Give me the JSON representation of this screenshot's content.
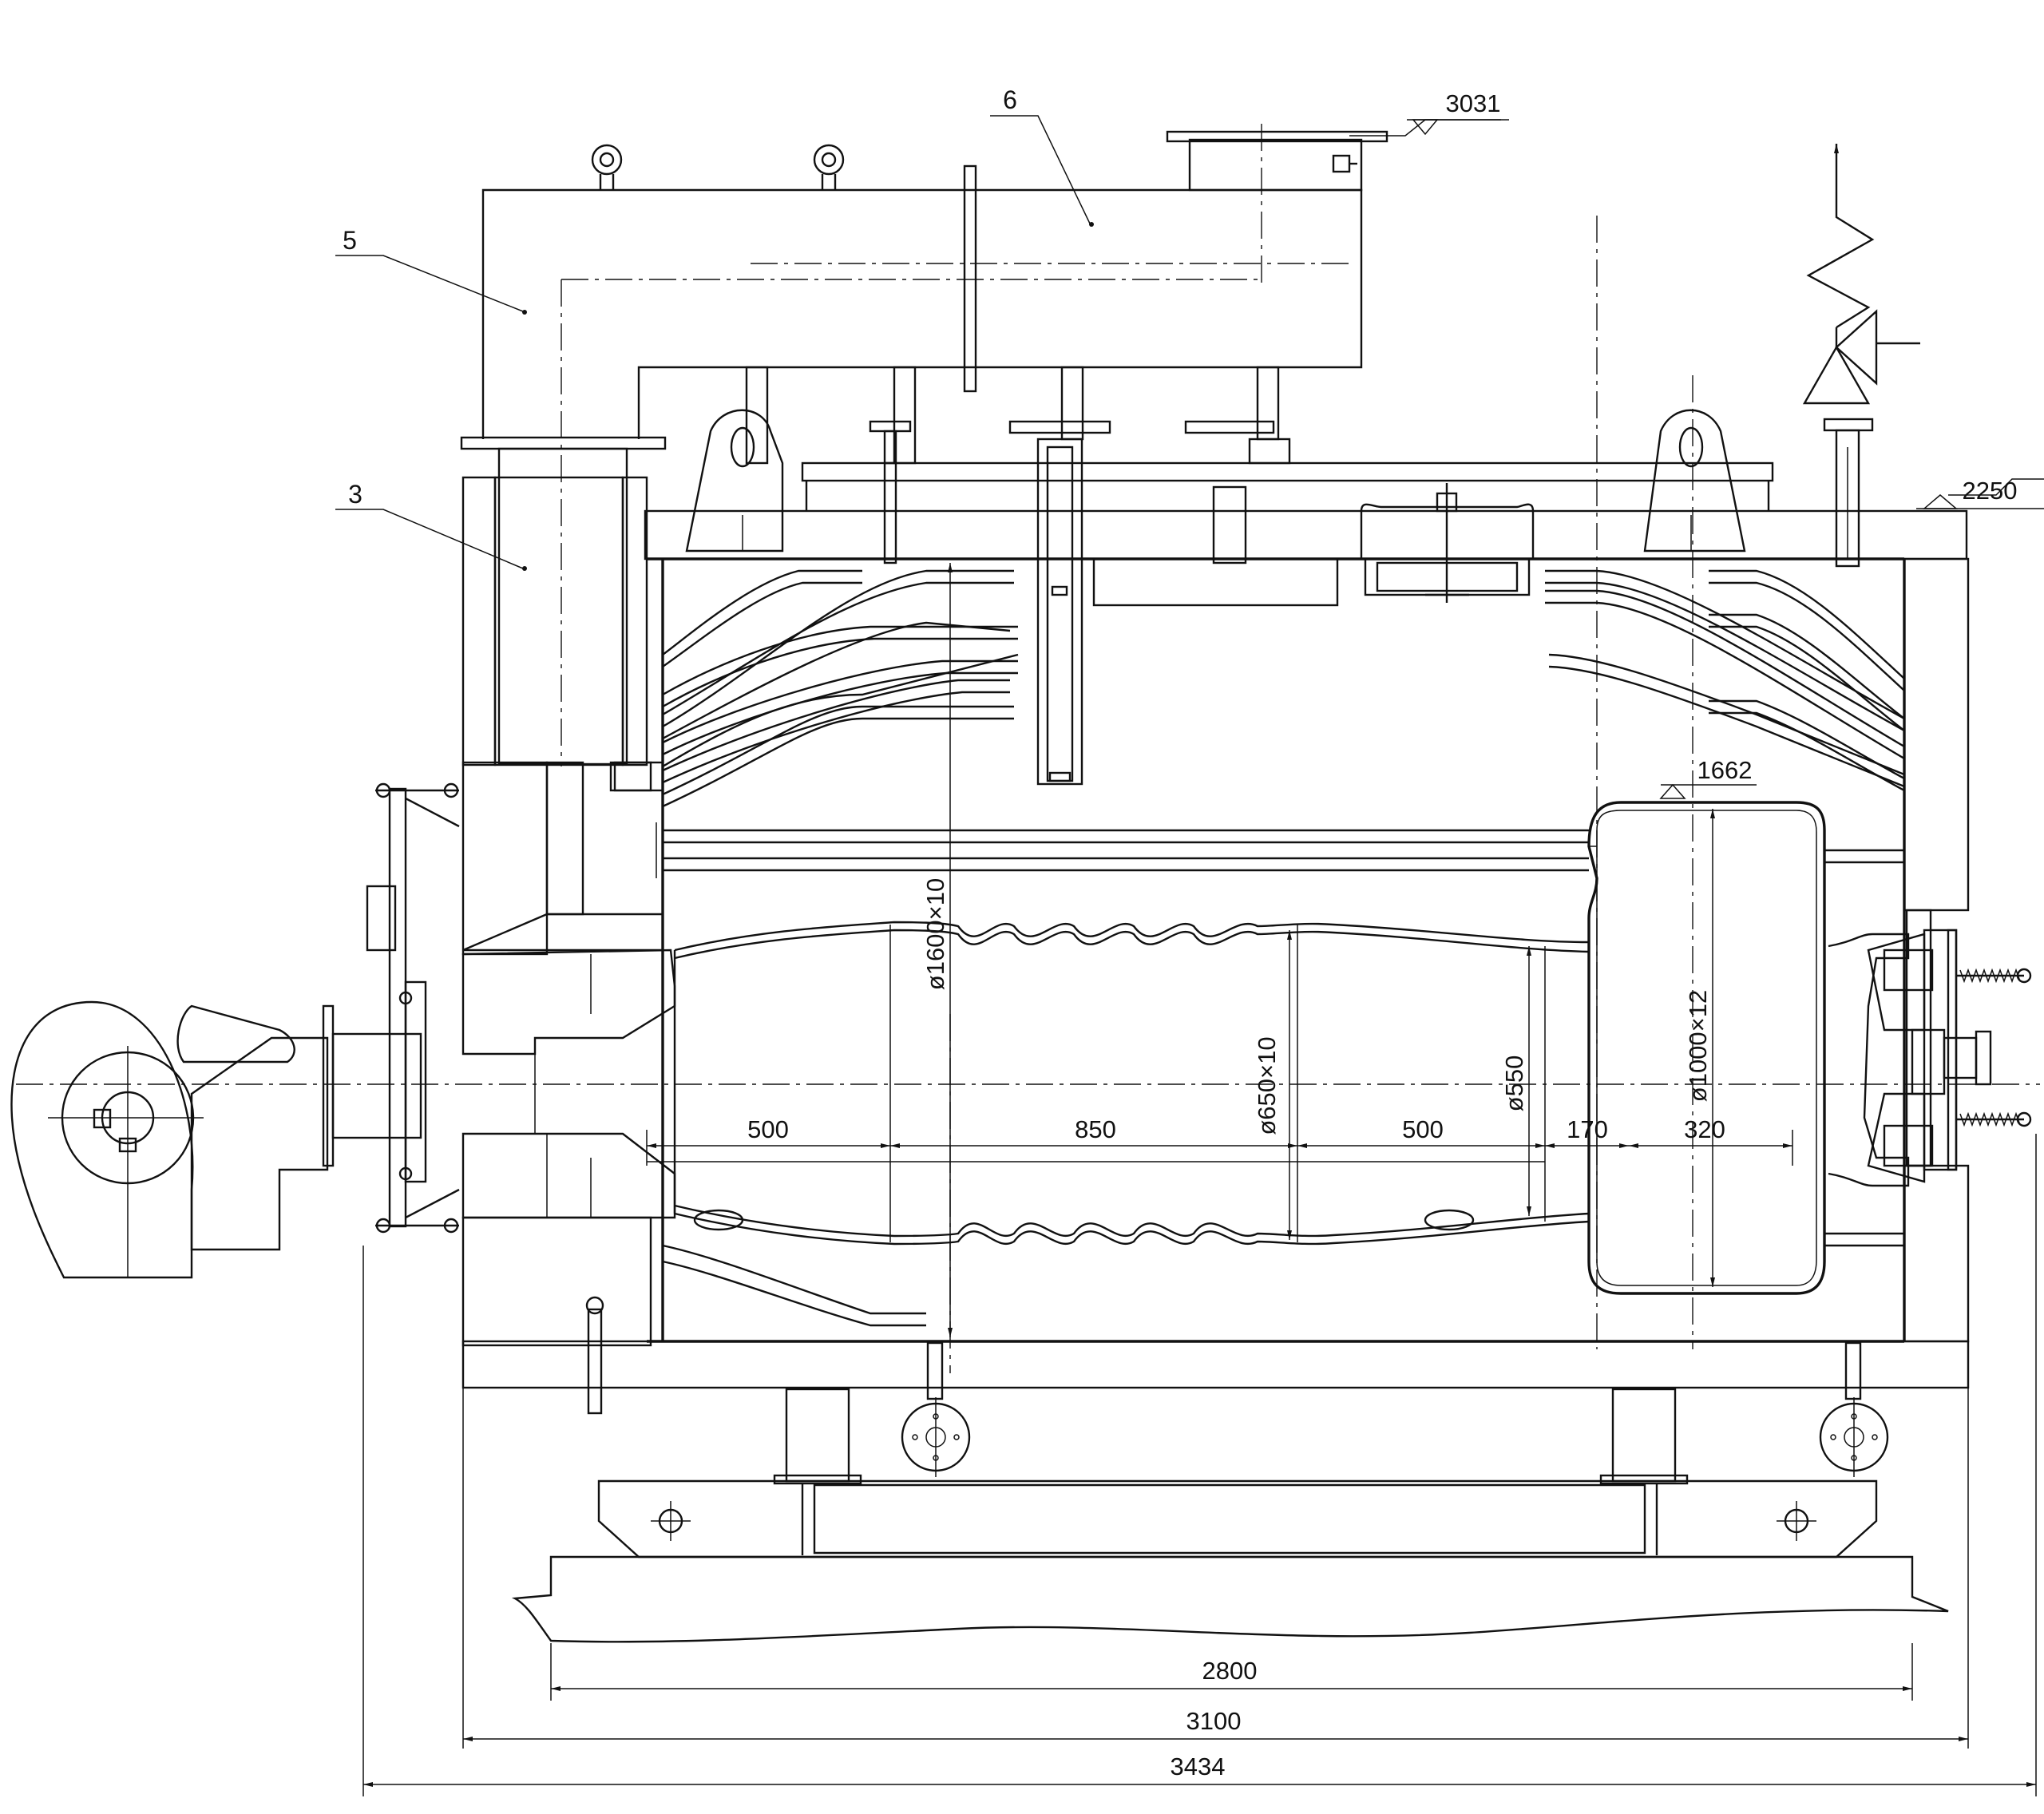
{
  "part_labels": {
    "part_3": "3",
    "part_5": "5",
    "part_6": "6"
  },
  "elevations": {
    "top_outlet": "3031",
    "top_shell": "2250",
    "rear_chamber": "1662"
  },
  "dimensions": {
    "shell_diameter": "ø1600×10",
    "furnace_diameter": "ø650×10",
    "furnace_inner_diameter": "ø550",
    "rear_chamber_diameter": "ø1000×12",
    "seg_1": "500",
    "seg_2": "850",
    "seg_3": "500",
    "seg_4": "170",
    "seg_5": "320",
    "base_length": "2800",
    "shell_length": "3100",
    "overall_length": "3434"
  }
}
